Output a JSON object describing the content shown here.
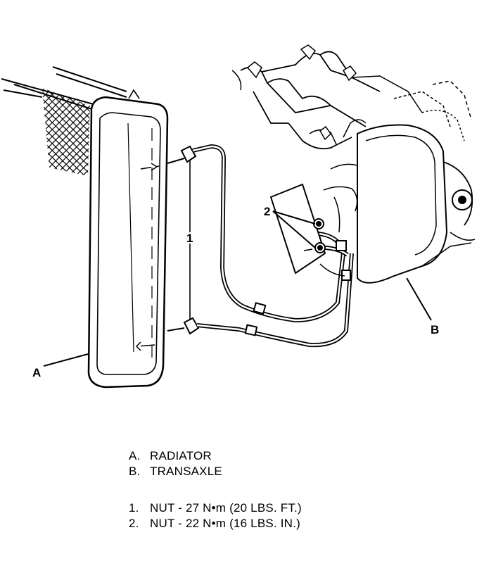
{
  "callouts": {
    "a": "A",
    "b": "B",
    "n1": "1",
    "n2": "2"
  },
  "legend": {
    "parts": [
      {
        "key": "A.",
        "text": "RADIATOR"
      },
      {
        "key": "B.",
        "text": "TRANSAXLE"
      }
    ],
    "torques": [
      {
        "key": "1.",
        "text": "NUT - 27 N•m (20 LBS. FT.)"
      },
      {
        "key": "2.",
        "text": "NUT - 22 N•m (16 LBS. IN.)"
      }
    ]
  },
  "colors": {
    "ink": "#000000",
    "paper": "#ffffff"
  }
}
